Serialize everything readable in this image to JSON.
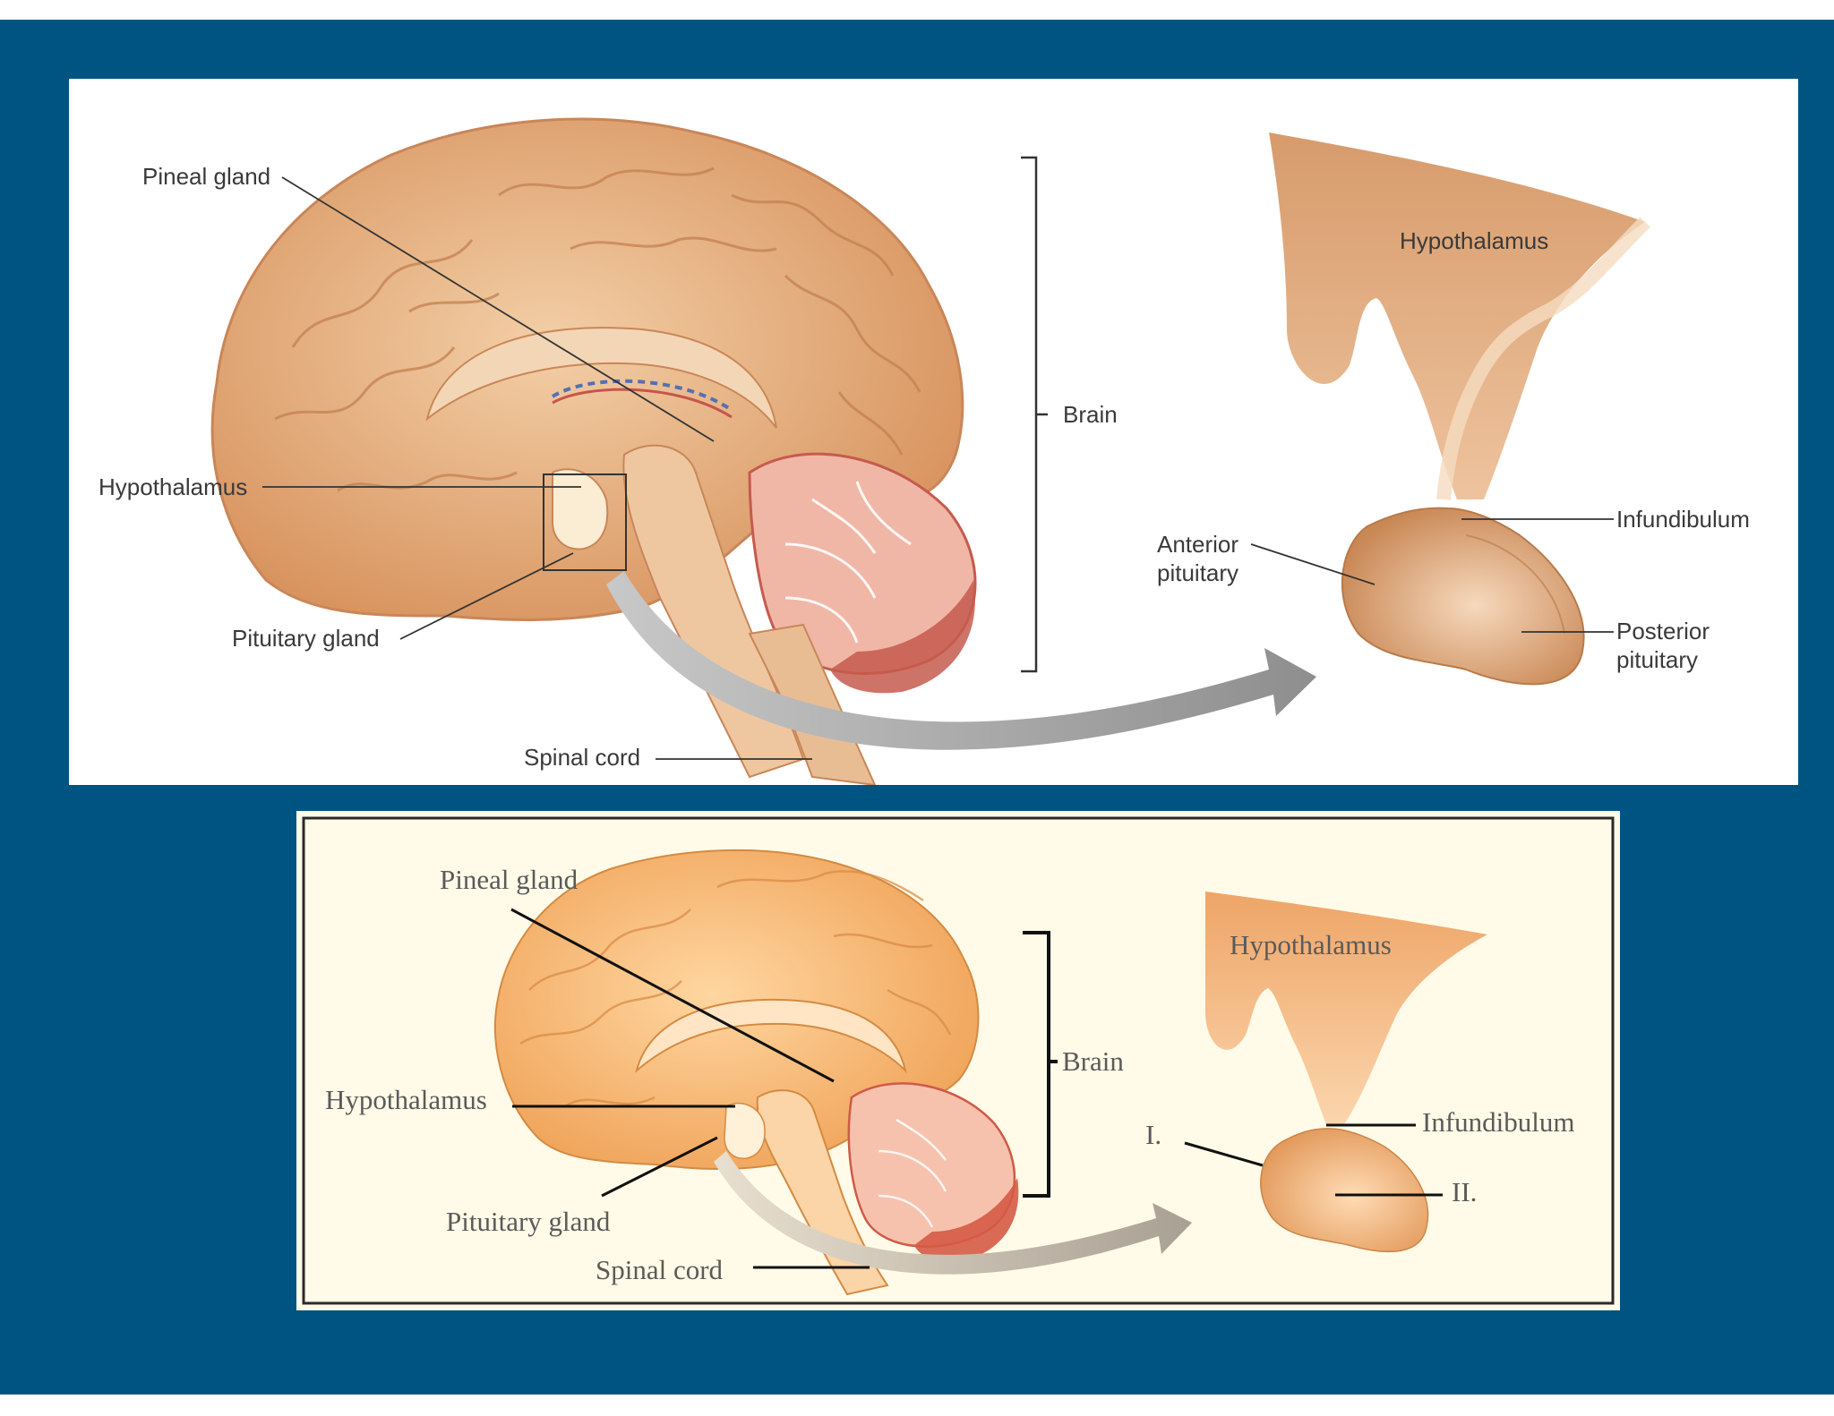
{
  "top_diagram": {
    "labels": {
      "pineal_gland": "Pineal gland",
      "hypothalamus": "Hypothalamus",
      "pituitary_gland": "Pituitary gland",
      "spinal_cord": "Spinal cord",
      "brain": "Brain",
      "hypothalamus_detail": "Hypothalamus",
      "infundibulum": "Infundibulum",
      "anterior_line1": "Anterior",
      "anterior_line2": "pituitary",
      "posterior_line1": "Posterior",
      "posterior_line2": "pituitary"
    }
  },
  "bottom_diagram": {
    "labels": {
      "pineal_gland": "Pineal gland",
      "hypothalamus": "Hypothalamus",
      "pituitary_gland": "Pituitary gland",
      "spinal_cord": "Spinal cord",
      "brain": "Brain",
      "hypothalamus_detail": "Hypothalamus",
      "infundibulum": "Infundibulum",
      "marker_one": "I.",
      "marker_two": "II."
    }
  },
  "colors": {
    "slide_background": "#005482",
    "brain_tan": "#e2a778",
    "cerebellum_red": "#c55b4e",
    "arrow_gray": "#9c9c9c"
  }
}
